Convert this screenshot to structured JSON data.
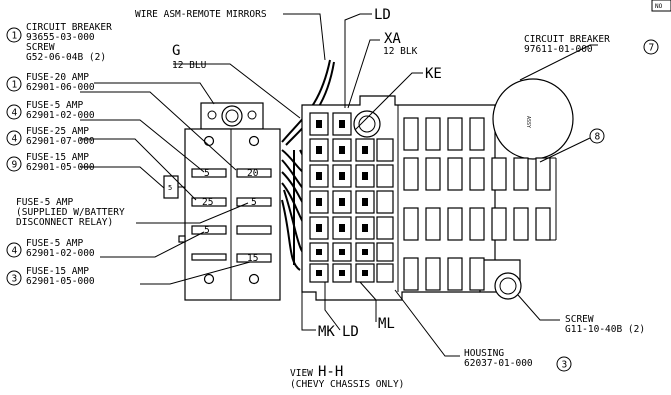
{
  "corner_tag": "NO",
  "callouts": [
    {
      "id": "circuit-breaker-1",
      "num": "1",
      "lines": [
        "CIRCUIT BREAKER",
        "93655-03-000",
        "SCREW",
        "G52-06-04B (2)"
      ]
    },
    {
      "id": "fuse-20",
      "num": "1",
      "lines": [
        "FUSE-20 AMP",
        "62901-06-000"
      ]
    },
    {
      "id": "fuse-5-a",
      "num": "4",
      "lines": [
        "FUSE-5 AMP",
        "62901-02-000"
      ]
    },
    {
      "id": "fuse-25",
      "num": "4",
      "lines": [
        "FUSE-25 AMP",
        "62901-07-000"
      ]
    },
    {
      "id": "fuse-15-a",
      "num": "9",
      "lines": [
        "FUSE-15 AMP",
        "62901-05-000"
      ]
    },
    {
      "id": "fuse-5-relay",
      "num": "",
      "lines": [
        "FUSE-5 AMP",
        "(SUPPLIED W/BATTERY",
        "DISCONNECT RELAY)"
      ]
    },
    {
      "id": "fuse-5-b",
      "num": "4",
      "lines": [
        "FUSE-5 AMP",
        "62901-02-000"
      ]
    },
    {
      "id": "fuse-15-b",
      "num": "3",
      "lines": [
        "FUSE-15 AMP",
        "62901-05-000"
      ]
    },
    {
      "id": "circuit-breaker-7",
      "num": "7",
      "lines": [
        "CIRCUIT BREAKER",
        "97611-01-000"
      ]
    },
    {
      "id": "item-8",
      "num": "8",
      "lines": []
    },
    {
      "id": "screw-g11",
      "num": "",
      "lines": [
        "SCREW",
        "G11-10-40B (2)"
      ]
    },
    {
      "id": "housing",
      "num": "3",
      "lines": [
        "HOUSING",
        "62037-01-000"
      ]
    }
  ],
  "labels": {
    "wire_asm": "WIRE ASM-REMOTE MIRRORS",
    "ld_top": "LD",
    "xa": "XA",
    "xa_sub": "12 BLK",
    "g": "G",
    "g_sub": "12 BLU",
    "ke": "KE",
    "mk": "MK",
    "ld_bottom": "LD",
    "ml": "ML"
  },
  "fuse_values": {
    "left_col": [
      "5",
      "25",
      "5"
    ],
    "right_col": [
      "20",
      "5",
      "15"
    ],
    "side_fuse": "5"
  },
  "view": {
    "title_prefix": "VIEW",
    "title": "H-H",
    "subtitle": "(CHEVY CHASSIS ONLY)"
  }
}
